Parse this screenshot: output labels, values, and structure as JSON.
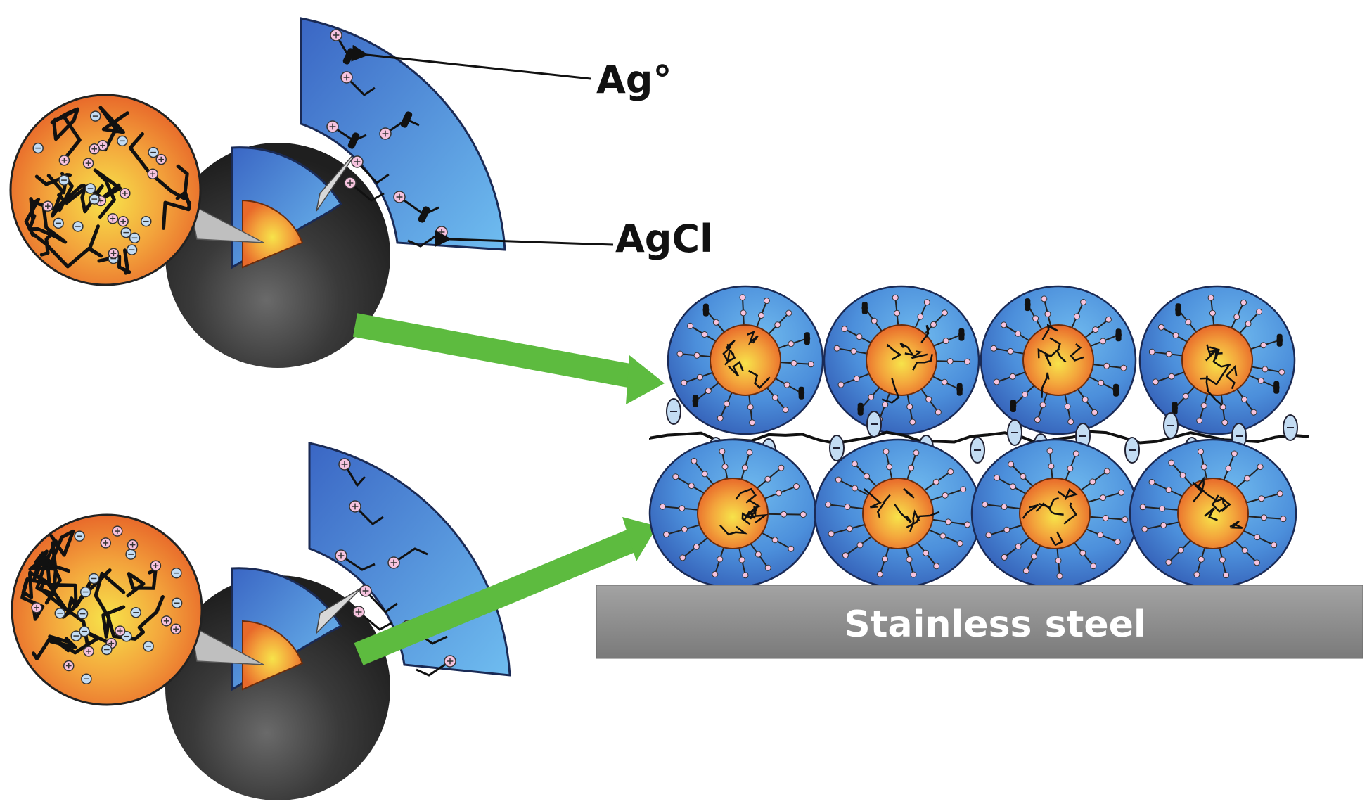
{
  "labels": {
    "ag0": "Ag°",
    "agcl": "AgCl",
    "substrate": "Stainless steel"
  },
  "colors": {
    "arrow": "#5dbb3f",
    "core": "#ee7b32",
    "core_center": "#f7e34a",
    "shell": "#3f79cf",
    "shell_light": "#63aee8",
    "particle_dark": "#2e2e2e",
    "substrate": "#8c8c8c",
    "cation_fill": "#f6c3de",
    "anion_fill": "#c3dcf3"
  },
  "icons": {
    "cation": "positive-charge-icon",
    "anion": "negative-charge-icon",
    "silver_particle": "silver-nanoparticle-icon"
  }
}
